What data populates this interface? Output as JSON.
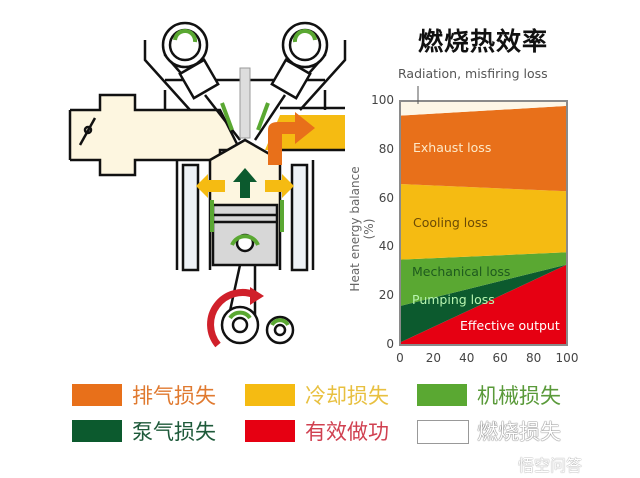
{
  "title": "燃烧热效率",
  "chart_data": {
    "type": "area",
    "title": "燃烧热效率",
    "xlabel": "",
    "ylabel": "Heat energy balance (%)",
    "xlim": [
      0,
      100
    ],
    "ylim": [
      0,
      100
    ],
    "x_ticks": [
      "0",
      "20",
      "40",
      "60",
      "80",
      "100"
    ],
    "y_ticks": [
      "0",
      "20",
      "40",
      "60",
      "80",
      "100"
    ],
    "x": [
      0,
      100
    ],
    "series": [
      {
        "name": "Effective output",
        "values": [
          1,
          33
        ],
        "color": "#e60012",
        "label_color": "#ffffff"
      },
      {
        "name": "Pumping loss",
        "values": [
          15,
          0
        ],
        "color": "#0c5a2e",
        "label_color": "#b8f5b0"
      },
      {
        "name": "Mechanical loss",
        "values": [
          19,
          5
        ],
        "color": "#5aa832",
        "label_color": "#1e5a1e"
      },
      {
        "name": "Cooling loss",
        "values": [
          31,
          25
        ],
        "color": "#f5bb12",
        "label_color": "#6b4a05"
      },
      {
        "name": "Exhaust loss",
        "values": [
          28,
          35
        ],
        "color": "#e8701a",
        "label_color": "#fde9c8"
      },
      {
        "name": "Radiation, misfiring loss",
        "values": [
          6,
          2
        ],
        "color": "#fdf6e6",
        "label_color": "#555555"
      }
    ],
    "annotation": "Radiation, misfiring loss"
  },
  "legend": [
    {
      "label": "排气损失",
      "color": "#e8701a",
      "text_color": "#e07a30"
    },
    {
      "label": "冷却损失",
      "color": "#f5bb12",
      "text_color": "#e8c040"
    },
    {
      "label": "机械损失",
      "color": "#5aa832",
      "text_color": "#5a9a3a"
    },
    {
      "label": "泵气损失",
      "color": "#0c5a2e",
      "text_color": "#1e5a3a"
    },
    {
      "label": "有效做功",
      "color": "#e60012",
      "text_color": "#d04050"
    },
    {
      "label": "燃烧损失",
      "color": "#ffffff",
      "text_color": "#ffffff"
    }
  ],
  "watermark": "悟空问答"
}
